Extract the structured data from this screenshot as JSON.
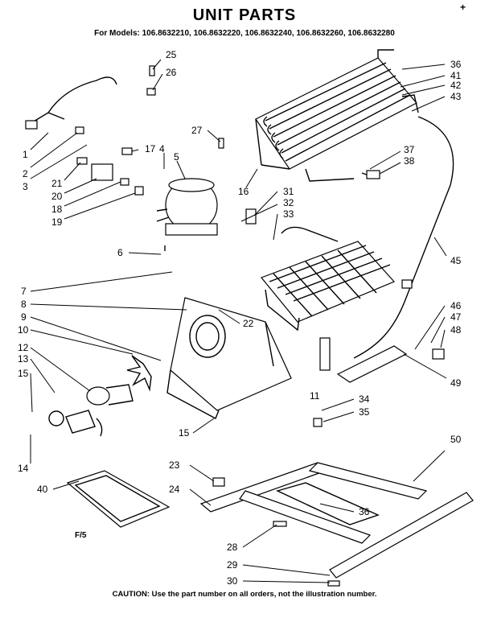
{
  "header": {
    "title": "UNIT PARTS",
    "models_line": "For Models: 106.8632210, 106.8632220, 106.8632240, 106.8632260, 106.8632280",
    "corner_mark": "+"
  },
  "footer": {
    "code": "F/5",
    "caution": "CAUTION: Use the part number on all orders, not the illustration number."
  },
  "callouts": [
    {
      "id": "c1",
      "label": "1"
    },
    {
      "id": "c2",
      "label": "2"
    },
    {
      "id": "c3",
      "label": "3"
    },
    {
      "id": "c4",
      "label": "4"
    },
    {
      "id": "c5",
      "label": "5"
    },
    {
      "id": "c6",
      "label": "6"
    },
    {
      "id": "c7",
      "label": "7"
    },
    {
      "id": "c8",
      "label": "8"
    },
    {
      "id": "c9",
      "label": "9"
    },
    {
      "id": "c10",
      "label": "10"
    },
    {
      "id": "c11",
      "label": "11"
    },
    {
      "id": "c12",
      "label": "12"
    },
    {
      "id": "c13",
      "label": "13"
    },
    {
      "id": "c14",
      "label": "14"
    },
    {
      "id": "c15a",
      "label": "15"
    },
    {
      "id": "c15b",
      "label": "15"
    },
    {
      "id": "c16",
      "label": "16"
    },
    {
      "id": "c17",
      "label": "17"
    },
    {
      "id": "c18",
      "label": "18"
    },
    {
      "id": "c19",
      "label": "19"
    },
    {
      "id": "c20",
      "label": "20"
    },
    {
      "id": "c21",
      "label": "21"
    },
    {
      "id": "c22",
      "label": "22"
    },
    {
      "id": "c23",
      "label": "23"
    },
    {
      "id": "c24",
      "label": "24"
    },
    {
      "id": "c25",
      "label": "25"
    },
    {
      "id": "c26",
      "label": "26"
    },
    {
      "id": "c27",
      "label": "27"
    },
    {
      "id": "c28",
      "label": "28"
    },
    {
      "id": "c29",
      "label": "29"
    },
    {
      "id": "c30",
      "label": "30"
    },
    {
      "id": "c31",
      "label": "31"
    },
    {
      "id": "c32",
      "label": "32"
    },
    {
      "id": "c33",
      "label": "33"
    },
    {
      "id": "c34",
      "label": "34"
    },
    {
      "id": "c35",
      "label": "35"
    },
    {
      "id": "c36a",
      "label": "36"
    },
    {
      "id": "c36b",
      "label": "36"
    },
    {
      "id": "c37",
      "label": "37"
    },
    {
      "id": "c38",
      "label": "38"
    },
    {
      "id": "c40",
      "label": "40"
    },
    {
      "id": "c41",
      "label": "41"
    },
    {
      "id": "c42",
      "label": "42"
    },
    {
      "id": "c43",
      "label": "43"
    },
    {
      "id": "c45",
      "label": "45"
    },
    {
      "id": "c46",
      "label": "46"
    },
    {
      "id": "c47",
      "label": "47"
    },
    {
      "id": "c48",
      "label": "48"
    },
    {
      "id": "c49",
      "label": "49"
    },
    {
      "id": "c50",
      "label": "50"
    }
  ]
}
